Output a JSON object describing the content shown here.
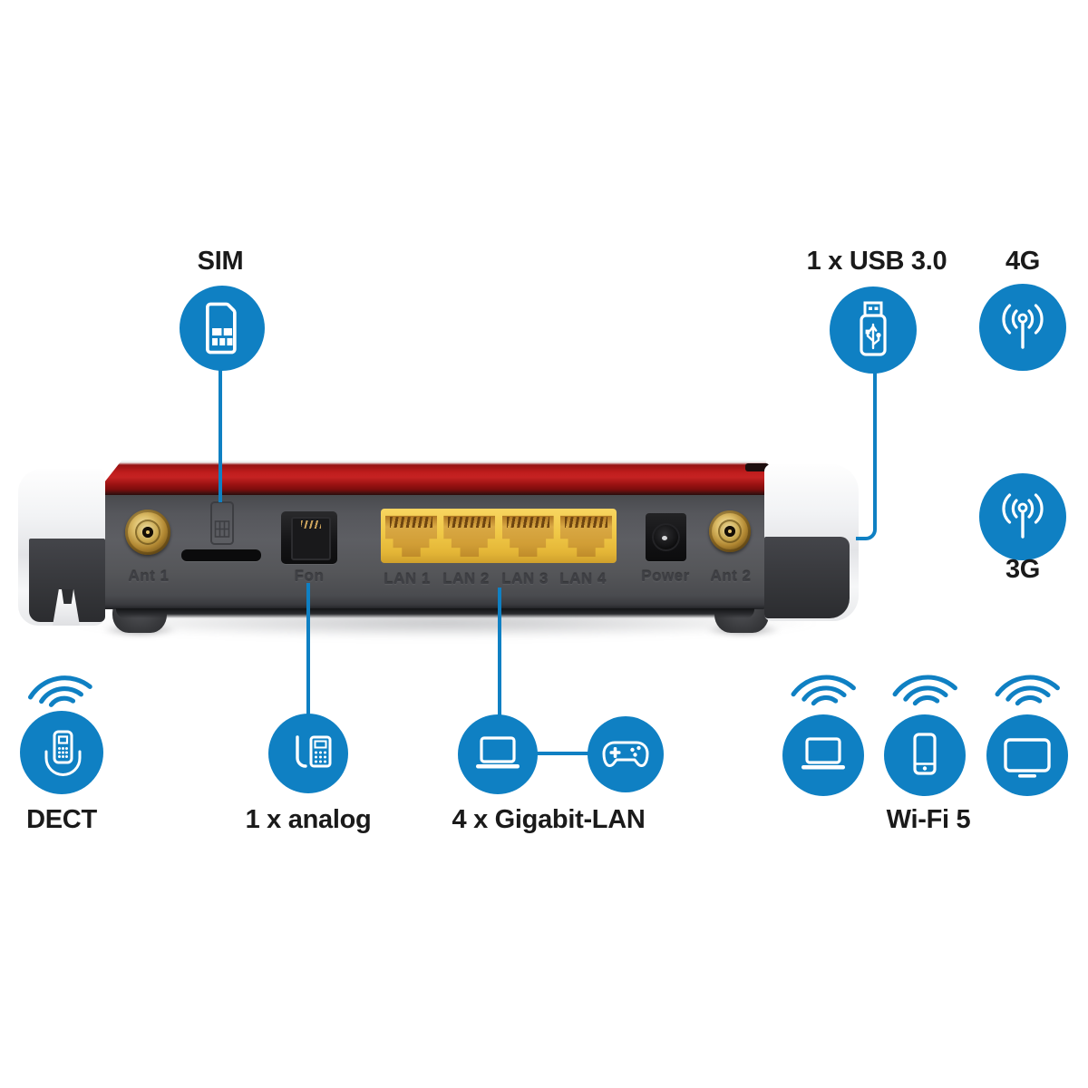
{
  "title": "Router rear panel feature diagram",
  "colors": {
    "accent_blue": "#0f80c3",
    "router_red": "#c62222",
    "router_gray": "#55565a",
    "lan_yellow": "#eec23f",
    "label_ink": "#1a1a1a"
  },
  "callouts": {
    "sim": {
      "label": "SIM",
      "icon": "sim-card-icon"
    },
    "usb": {
      "label": "1 x USB 3.0",
      "icon": "usb-stick-icon"
    },
    "g4": {
      "label": "4G",
      "icon": "cellular-antenna-icon"
    },
    "g3": {
      "label": "3G",
      "icon": "cellular-antenna-icon"
    },
    "dect": {
      "label": "DECT",
      "icon": "cordless-phone-icon"
    },
    "analog": {
      "label": "1 x analog",
      "icon": "desk-phone-icon"
    },
    "lan": {
      "label": "4 x Gigabit-LAN",
      "icons": [
        "laptop-icon",
        "game-controller-icon"
      ]
    },
    "wifi": {
      "label": "Wi-Fi 5",
      "icons": [
        "laptop-icon",
        "smartphone-icon",
        "tv-icon"
      ]
    }
  },
  "router": {
    "port_labels": {
      "ant1": "Ant 1",
      "fon": "Fon",
      "lan": [
        "LAN 1",
        "LAN 2",
        "LAN 3",
        "LAN 4"
      ],
      "power": "Power",
      "ant2": "Ant 2"
    }
  }
}
